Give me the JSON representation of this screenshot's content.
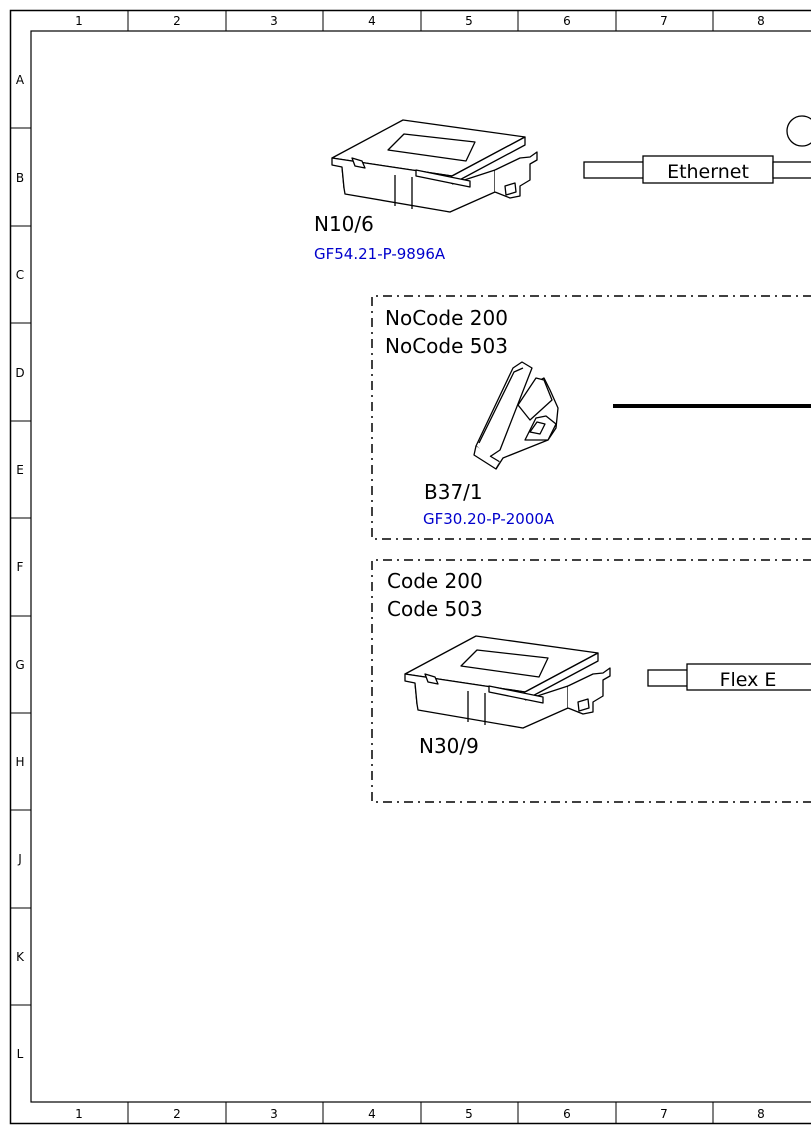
{
  "frame": {
    "columns": [
      "1",
      "2",
      "3",
      "4",
      "5",
      "6",
      "7",
      "8"
    ],
    "rows": [
      "A",
      "B",
      "C",
      "D",
      "E",
      "F",
      "G",
      "H",
      "J",
      "K",
      "L"
    ]
  },
  "components": {
    "n10_6": {
      "label": "N10/6",
      "link": "GF54.21-P-9896A"
    },
    "b37_1": {
      "label": "B37/1",
      "link": "GF30.20-P-2000A"
    },
    "n30_9": {
      "label": "N30/9"
    }
  },
  "variants": {
    "nocode": {
      "line1": "NoCode 200",
      "line2": "NoCode 503"
    },
    "code": {
      "line1": "Code 200",
      "line2": "Code 503"
    }
  },
  "buses": {
    "ethernet": "Ethernet",
    "flex_e": "Flex E"
  }
}
